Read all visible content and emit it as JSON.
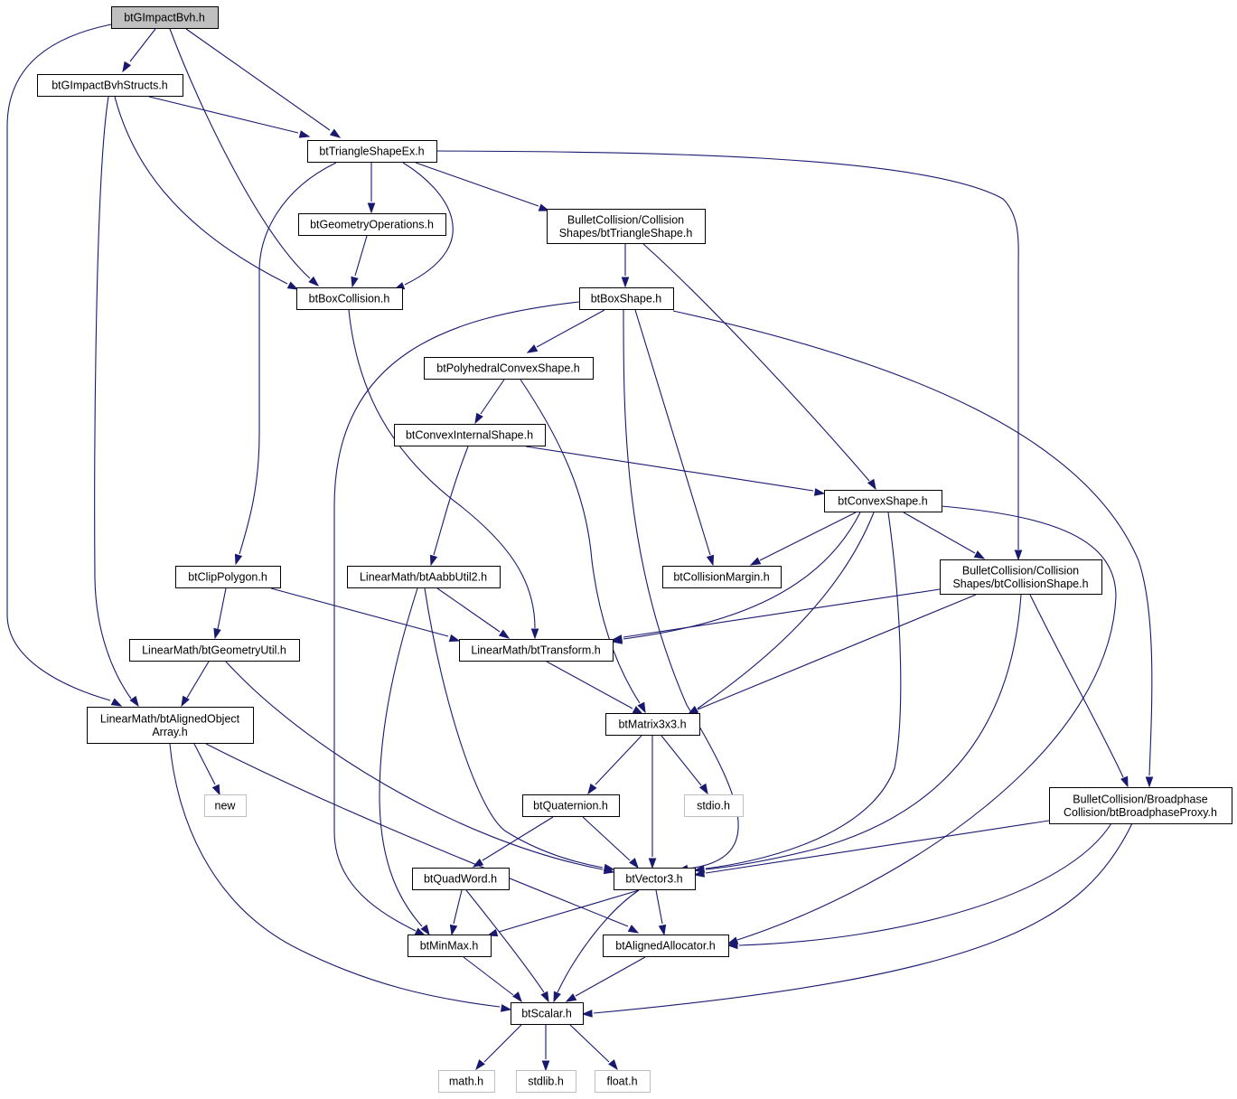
{
  "colors": {
    "edge": "#191970",
    "node_border": "#000000",
    "system_border": "#bfbfbf",
    "root_fill": "#bfbfbf",
    "fill": "#ffffff"
  },
  "nodes": [
    {
      "id": "root",
      "lines": [
        "btGImpactBvh.h"
      ],
      "kind": "root"
    },
    {
      "id": "structs",
      "lines": [
        "btGImpactBvhStructs.h"
      ],
      "kind": "normal"
    },
    {
      "id": "triex",
      "lines": [
        "btTriangleShapeEx.h"
      ],
      "kind": "normal"
    },
    {
      "id": "geomops",
      "lines": [
        "btGeometryOperations.h"
      ],
      "kind": "normal"
    },
    {
      "id": "tri",
      "lines": [
        "BulletCollision/Collision",
        "Shapes/btTriangleShape.h"
      ],
      "kind": "normal"
    },
    {
      "id": "boxcol",
      "lines": [
        "btBoxCollision.h"
      ],
      "kind": "normal"
    },
    {
      "id": "boxshape",
      "lines": [
        "btBoxShape.h"
      ],
      "kind": "normal"
    },
    {
      "id": "polyconvex",
      "lines": [
        "btPolyhedralConvexShape.h"
      ],
      "kind": "normal"
    },
    {
      "id": "convexint",
      "lines": [
        "btConvexInternalShape.h"
      ],
      "kind": "normal"
    },
    {
      "id": "convex",
      "lines": [
        "btConvexShape.h"
      ],
      "kind": "normal"
    },
    {
      "id": "clip",
      "lines": [
        "btClipPolygon.h"
      ],
      "kind": "normal"
    },
    {
      "id": "aabb",
      "lines": [
        "LinearMath/btAabbUtil2.h"
      ],
      "kind": "normal"
    },
    {
      "id": "margin",
      "lines": [
        "btCollisionMargin.h"
      ],
      "kind": "normal"
    },
    {
      "id": "colshape",
      "lines": [
        "BulletCollision/Collision",
        "Shapes/btCollisionShape.h"
      ],
      "kind": "normal"
    },
    {
      "id": "geomutil",
      "lines": [
        "LinearMath/btGeometryUtil.h"
      ],
      "kind": "normal"
    },
    {
      "id": "transform",
      "lines": [
        "LinearMath/btTransform.h"
      ],
      "kind": "normal"
    },
    {
      "id": "alignedarr",
      "lines": [
        "LinearMath/btAlignedObject",
        "Array.h"
      ],
      "kind": "normal"
    },
    {
      "id": "matrix",
      "lines": [
        "btMatrix3x3.h"
      ],
      "kind": "normal"
    },
    {
      "id": "new",
      "lines": [
        "new"
      ],
      "kind": "system"
    },
    {
      "id": "quat",
      "lines": [
        "btQuaternion.h"
      ],
      "kind": "normal"
    },
    {
      "id": "stdio",
      "lines": [
        "stdio.h"
      ],
      "kind": "system"
    },
    {
      "id": "proxy",
      "lines": [
        "BulletCollision/Broadphase",
        "Collision/btBroadphaseProxy.h"
      ],
      "kind": "normal"
    },
    {
      "id": "quadword",
      "lines": [
        "btQuadWord.h"
      ],
      "kind": "normal"
    },
    {
      "id": "vector",
      "lines": [
        "btVector3.h"
      ],
      "kind": "normal"
    },
    {
      "id": "minmax",
      "lines": [
        "btMinMax.h"
      ],
      "kind": "normal"
    },
    {
      "id": "allocator",
      "lines": [
        "btAlignedAllocator.h"
      ],
      "kind": "normal"
    },
    {
      "id": "scalar",
      "lines": [
        "btScalar.h"
      ],
      "kind": "normal"
    },
    {
      "id": "math",
      "lines": [
        "math.h"
      ],
      "kind": "system"
    },
    {
      "id": "stdlib",
      "lines": [
        "stdlib.h"
      ],
      "kind": "system"
    },
    {
      "id": "float",
      "lines": [
        "float.h"
      ],
      "kind": "system"
    }
  ],
  "edges": [
    {
      "from": "root",
      "to": "structs"
    },
    {
      "from": "root",
      "to": "triex"
    },
    {
      "from": "root",
      "to": "boxcol"
    },
    {
      "from": "root",
      "to": "alignedarr"
    },
    {
      "from": "structs",
      "to": "triex"
    },
    {
      "from": "structs",
      "to": "boxcol"
    },
    {
      "from": "structs",
      "to": "alignedarr"
    },
    {
      "from": "triex",
      "to": "geomops"
    },
    {
      "from": "triex",
      "to": "tri"
    },
    {
      "from": "triex",
      "to": "boxcol"
    },
    {
      "from": "triex",
      "to": "clip"
    },
    {
      "from": "triex",
      "to": "colshape"
    },
    {
      "from": "geomops",
      "to": "boxcol"
    },
    {
      "from": "tri",
      "to": "boxshape"
    },
    {
      "from": "tri",
      "to": "convex"
    },
    {
      "from": "boxcol",
      "to": "transform"
    },
    {
      "from": "boxshape",
      "to": "polyconvex"
    },
    {
      "from": "boxshape",
      "to": "margin"
    },
    {
      "from": "boxshape",
      "to": "vector"
    },
    {
      "from": "boxshape",
      "to": "minmax"
    },
    {
      "from": "boxshape",
      "to": "proxy"
    },
    {
      "from": "polyconvex",
      "to": "convexint"
    },
    {
      "from": "polyconvex",
      "to": "matrix"
    },
    {
      "from": "convexint",
      "to": "convex"
    },
    {
      "from": "convexint",
      "to": "aabb"
    },
    {
      "from": "convex",
      "to": "colshape"
    },
    {
      "from": "convex",
      "to": "margin"
    },
    {
      "from": "convex",
      "to": "transform"
    },
    {
      "from": "convex",
      "to": "matrix"
    },
    {
      "from": "convex",
      "to": "vector"
    },
    {
      "from": "convex",
      "to": "allocator"
    },
    {
      "from": "clip",
      "to": "geomutil"
    },
    {
      "from": "clip",
      "to": "transform"
    },
    {
      "from": "aabb",
      "to": "transform"
    },
    {
      "from": "aabb",
      "to": "vector"
    },
    {
      "from": "aabb",
      "to": "minmax"
    },
    {
      "from": "colshape",
      "to": "transform"
    },
    {
      "from": "colshape",
      "to": "matrix"
    },
    {
      "from": "colshape",
      "to": "vector"
    },
    {
      "from": "colshape",
      "to": "proxy"
    },
    {
      "from": "geomutil",
      "to": "alignedarr"
    },
    {
      "from": "geomutil",
      "to": "vector"
    },
    {
      "from": "transform",
      "to": "matrix"
    },
    {
      "from": "alignedarr",
      "to": "new"
    },
    {
      "from": "alignedarr",
      "to": "allocator"
    },
    {
      "from": "alignedarr",
      "to": "scalar"
    },
    {
      "from": "matrix",
      "to": "quat"
    },
    {
      "from": "matrix",
      "to": "stdio"
    },
    {
      "from": "matrix",
      "to": "vector"
    },
    {
      "from": "quat",
      "to": "quadword"
    },
    {
      "from": "quat",
      "to": "vector"
    },
    {
      "from": "proxy",
      "to": "vector"
    },
    {
      "from": "proxy",
      "to": "allocator"
    },
    {
      "from": "proxy",
      "to": "scalar"
    },
    {
      "from": "quadword",
      "to": "minmax"
    },
    {
      "from": "quadword",
      "to": "scalar"
    },
    {
      "from": "vector",
      "to": "minmax"
    },
    {
      "from": "vector",
      "to": "allocator"
    },
    {
      "from": "vector",
      "to": "scalar"
    },
    {
      "from": "minmax",
      "to": "scalar"
    },
    {
      "from": "allocator",
      "to": "scalar"
    },
    {
      "from": "scalar",
      "to": "math"
    },
    {
      "from": "scalar",
      "to": "stdlib"
    },
    {
      "from": "scalar",
      "to": "float"
    }
  ]
}
